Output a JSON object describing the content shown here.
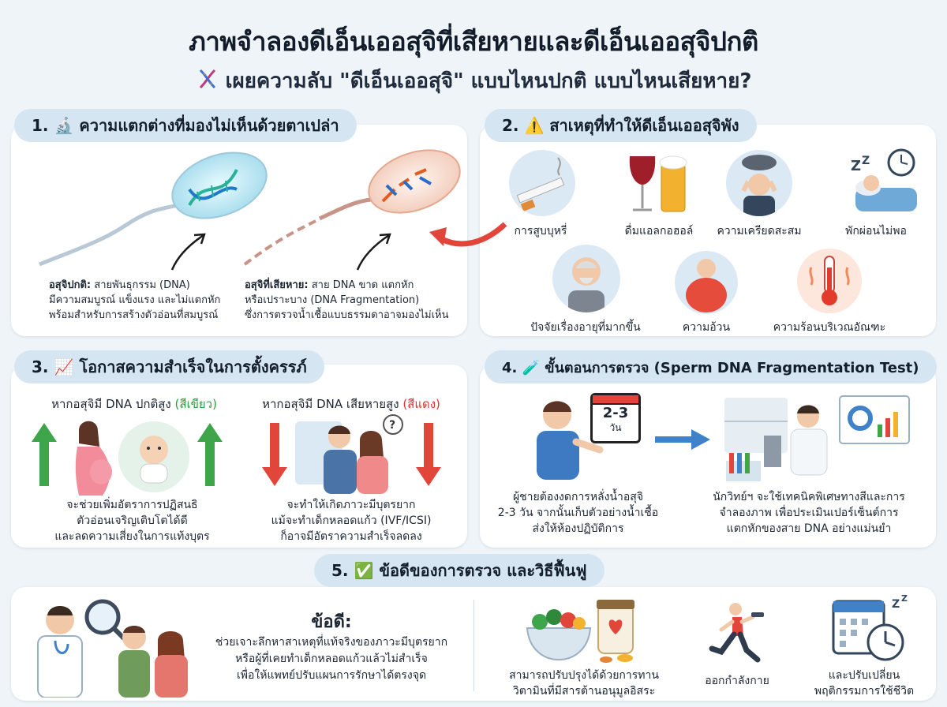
{
  "title": "ภาพจำลองดีเอ็นเออสุจิที่เสียหายและดีเอ็นเออสุจิปกติ",
  "subtitle": "เผยความลับ \"ดีเอ็นเออสุจิ\" แบบไหนปกติ แบบไหนเสียหาย?",
  "section1": {
    "header": "1. 🔬 ความแตกต่างที่มองไม่เห็นด้วยตาเปล่า",
    "normal": {
      "bold": "อสุจิปกติ:",
      "line1": " สายพันธุกรรม (DNA)",
      "line2": "มีความสมบูรณ์ แข็งแรง และไม่แตกหัก",
      "line3": "พร้อมสำหรับการสร้างตัวอ่อนที่สมบูรณ์"
    },
    "damaged": {
      "bold": "อสุจิที่เสียหาย:",
      "line1": " สาย DNA ขาด แตกหัก",
      "line2": "หรือเปราะบาง (DNA Fragmentation)",
      "line3": "ซึ่งการตรวจน้ำเชื้อแบบธรรมดาอาจมองไม่เห็น"
    }
  },
  "section2": {
    "header": "2. ⚠️ สาเหตุที่ทำให้ดีเอ็นเออสุจิพัง",
    "causes": [
      "การสูบบุหรี่",
      "ดื่มแอลกอฮอล์",
      "ความเครียดสะสม",
      "พักผ่อนไม่พอ",
      "ปัจจัยเรื่องอายุที่มากขึ้น",
      "ความอ้วน",
      "ความร้อนบริเวณอัณฑะ"
    ]
  },
  "section3": {
    "header": "3. 📈 โอกาสความสำเร็จในการตั้งครรภ์",
    "good": {
      "heading": "หากอสุจิมี DNA ปกติสูง",
      "tag": "(สีเขียว)",
      "line1": "จะช่วยเพิ่มอัตราการปฏิสนธิ",
      "line2": "ตัวอ่อนเจริญเติบโตได้ดี",
      "line3": "และลดความเสี่ยงในการแท้งบุตร"
    },
    "bad": {
      "heading": "หากอสุจิมี DNA เสียหายสูง",
      "tag": "(สีแดง)",
      "line1": "จะทำให้เกิดภาวะมีบุตรยาก",
      "line2": "แม้จะทำเด็กหลอดแก้ว (IVF/ICSI)",
      "line3": "ก็อาจมีอัตราความสำเร็จลดลง"
    }
  },
  "section4": {
    "header": "4. 🧪 ขั้นตอนการตรวจ (Sperm DNA Fragmentation Test)",
    "calendar_num": "2-3",
    "calendar_unit": "วัน",
    "step1": {
      "line1": "ผู้ชายต้องงดการหลั่งน้ำอสุจิ",
      "line2": "2-3 วัน จากนั้นเก็บตัวอย่างน้ำเชื้อ",
      "line3": "ส่งให้ห้องปฏิบัติการ"
    },
    "step2": {
      "line1": "นักวิทย์ฯ จะใช้เทคนิคพิเศษทางสีและการ",
      "line2": "จำลองภาพ เพื่อประเมินเปอร์เซ็นต์การ",
      "line3": "แตกหักของสาย DNA อย่างแม่นยำ"
    }
  },
  "section5": {
    "header": "5. ✅ ข้อดีของการตรวจ และวิธีฟื้นฟู",
    "benefit_title": "ข้อดี:",
    "benefit_line1": "ช่วยเจาะลึกหาสาเหตุที่แท้จริงของภาวะมีบุตรยาก",
    "benefit_line2": "หรือผู้ที่เคยทำเด็กหลอดแก้วแล้วไม่สำเร็จ",
    "benefit_line3": "เพื่อให้แพทย์ปรับแผนการรักษาได้ตรงจุด",
    "diet_line1": "สามารถปรับปรุงได้ด้วยการทาน",
    "diet_line2": "วิตามินที่มีสารต้านอนุมูลอิสระ",
    "exercise": "ออกกำลังกาย",
    "lifestyle_line1": "และปรับเปลี่ยน",
    "lifestyle_line2": "พฤติกรรมการใช้ชีวิต"
  }
}
